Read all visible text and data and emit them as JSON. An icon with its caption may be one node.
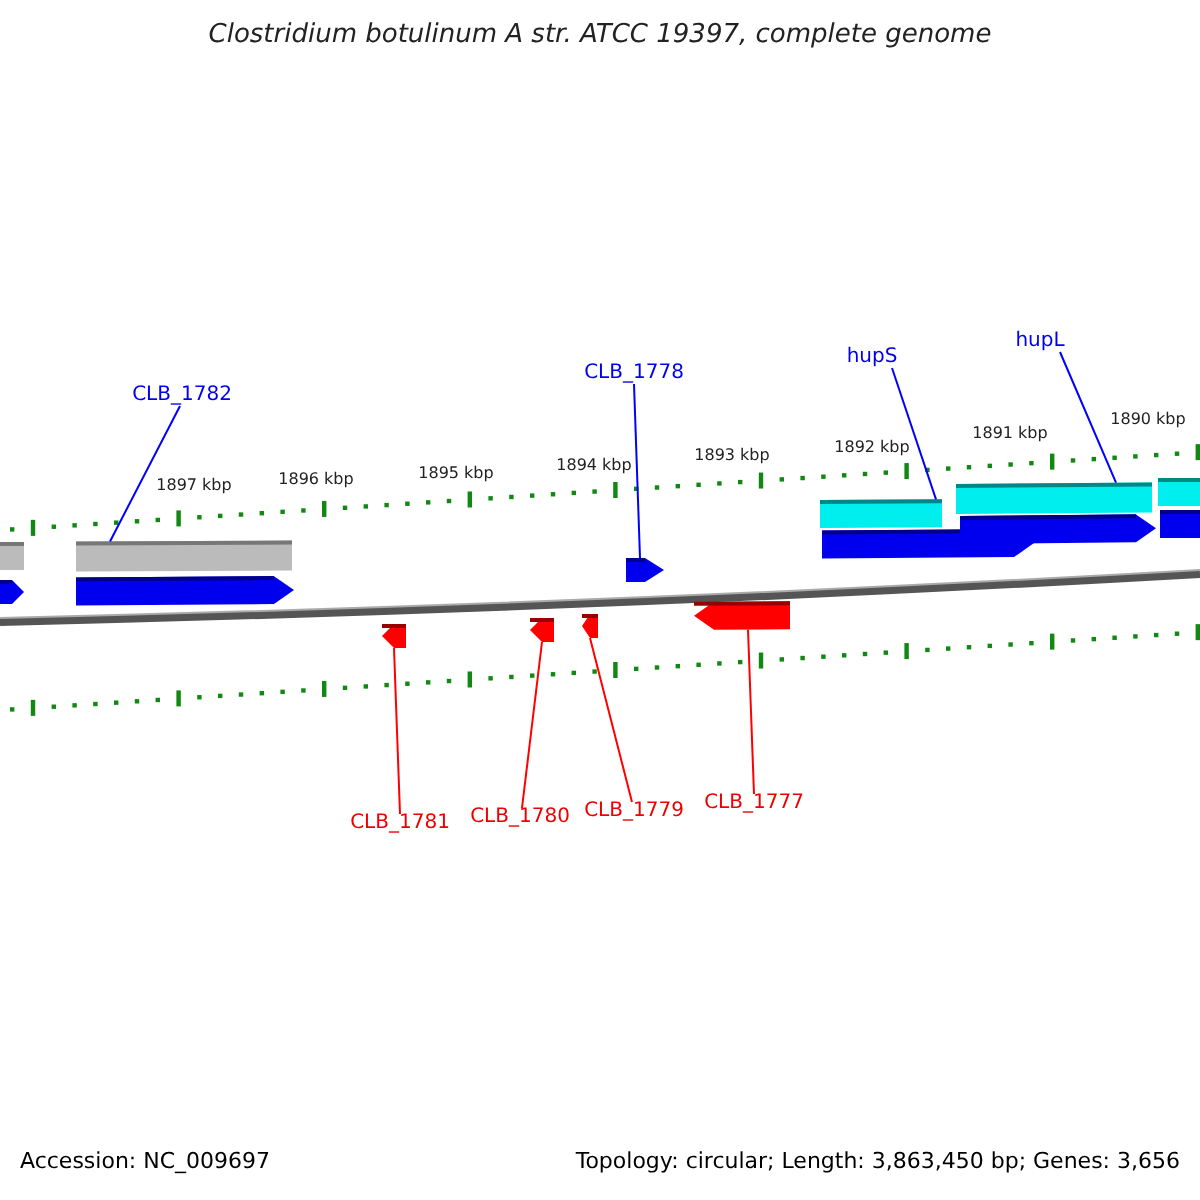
{
  "diagram": {
    "title": "Clostridium botulinum A str. ATCC 19397, complete genome",
    "nodes": [
      {
        "text": [
          "CLB_1782"
        ]
      },
      {
        "text": [
          "CLB_1778"
        ]
      },
      {
        "text": [
          "hupS"
        ]
      },
      {
        "text": [
          "hupL"
        ]
      },
      {
        "text": [
          "CLB_1781"
        ]
      },
      {
        "text": [
          "CLB_1780"
        ]
      },
      {
        "text": [
          "CLB_1779"
        ]
      },
      {
        "text": [
          "CLB_1777"
        ]
      },
      {
        "text": [],
        "shape": "bar"
      },
      {
        "text": [],
        "shape": "pentagon"
      },
      {
        "text": [],
        "shape": "bar"
      },
      {
        "text": [],
        "shape": "bar"
      },
      {
        "text": [],
        "shape": "pentagon"
      },
      {
        "text": [],
        "shape": "pentagon"
      },
      {
        "text": [],
        "shape": "pentagon"
      },
      {
        "text": [],
        "shape": "pentagon"
      }
    ],
    "edges": [
      {
        "from": 0,
        "to": 8,
        "arrow": "none",
        "color": "#0000ff"
      },
      {
        "from": 1,
        "to": 9,
        "arrow": "none",
        "color": "#0000ff"
      },
      {
        "from": 2,
        "to": 10,
        "arrow": "none",
        "color": "#0000ff"
      },
      {
        "from": 3,
        "to": 11,
        "arrow": "none",
        "color": "#0000ff"
      },
      {
        "from": 4,
        "to": 12,
        "arrow": "none",
        "color": "#ff0000"
      },
      {
        "from": 5,
        "to": 13,
        "arrow": "none",
        "color": "#ff0000"
      },
      {
        "from": 6,
        "to": 14,
        "arrow": "none",
        "color": "#ff0000"
      },
      {
        "from": 7,
        "to": 15,
        "arrow": "none",
        "color": "#ff0000"
      }
    ],
    "labels": [
      "1897 kbp",
      "1896 kbp",
      "1895 kbp",
      "1894 kbp",
      "1893 kbp",
      "1892 kbp",
      "1891 kbp",
      "1890 kbp",
      "Accession: NC_009697",
      "Topology: circular; Length: 3,863,450 bp; Genes: 3,656"
    ]
  }
}
